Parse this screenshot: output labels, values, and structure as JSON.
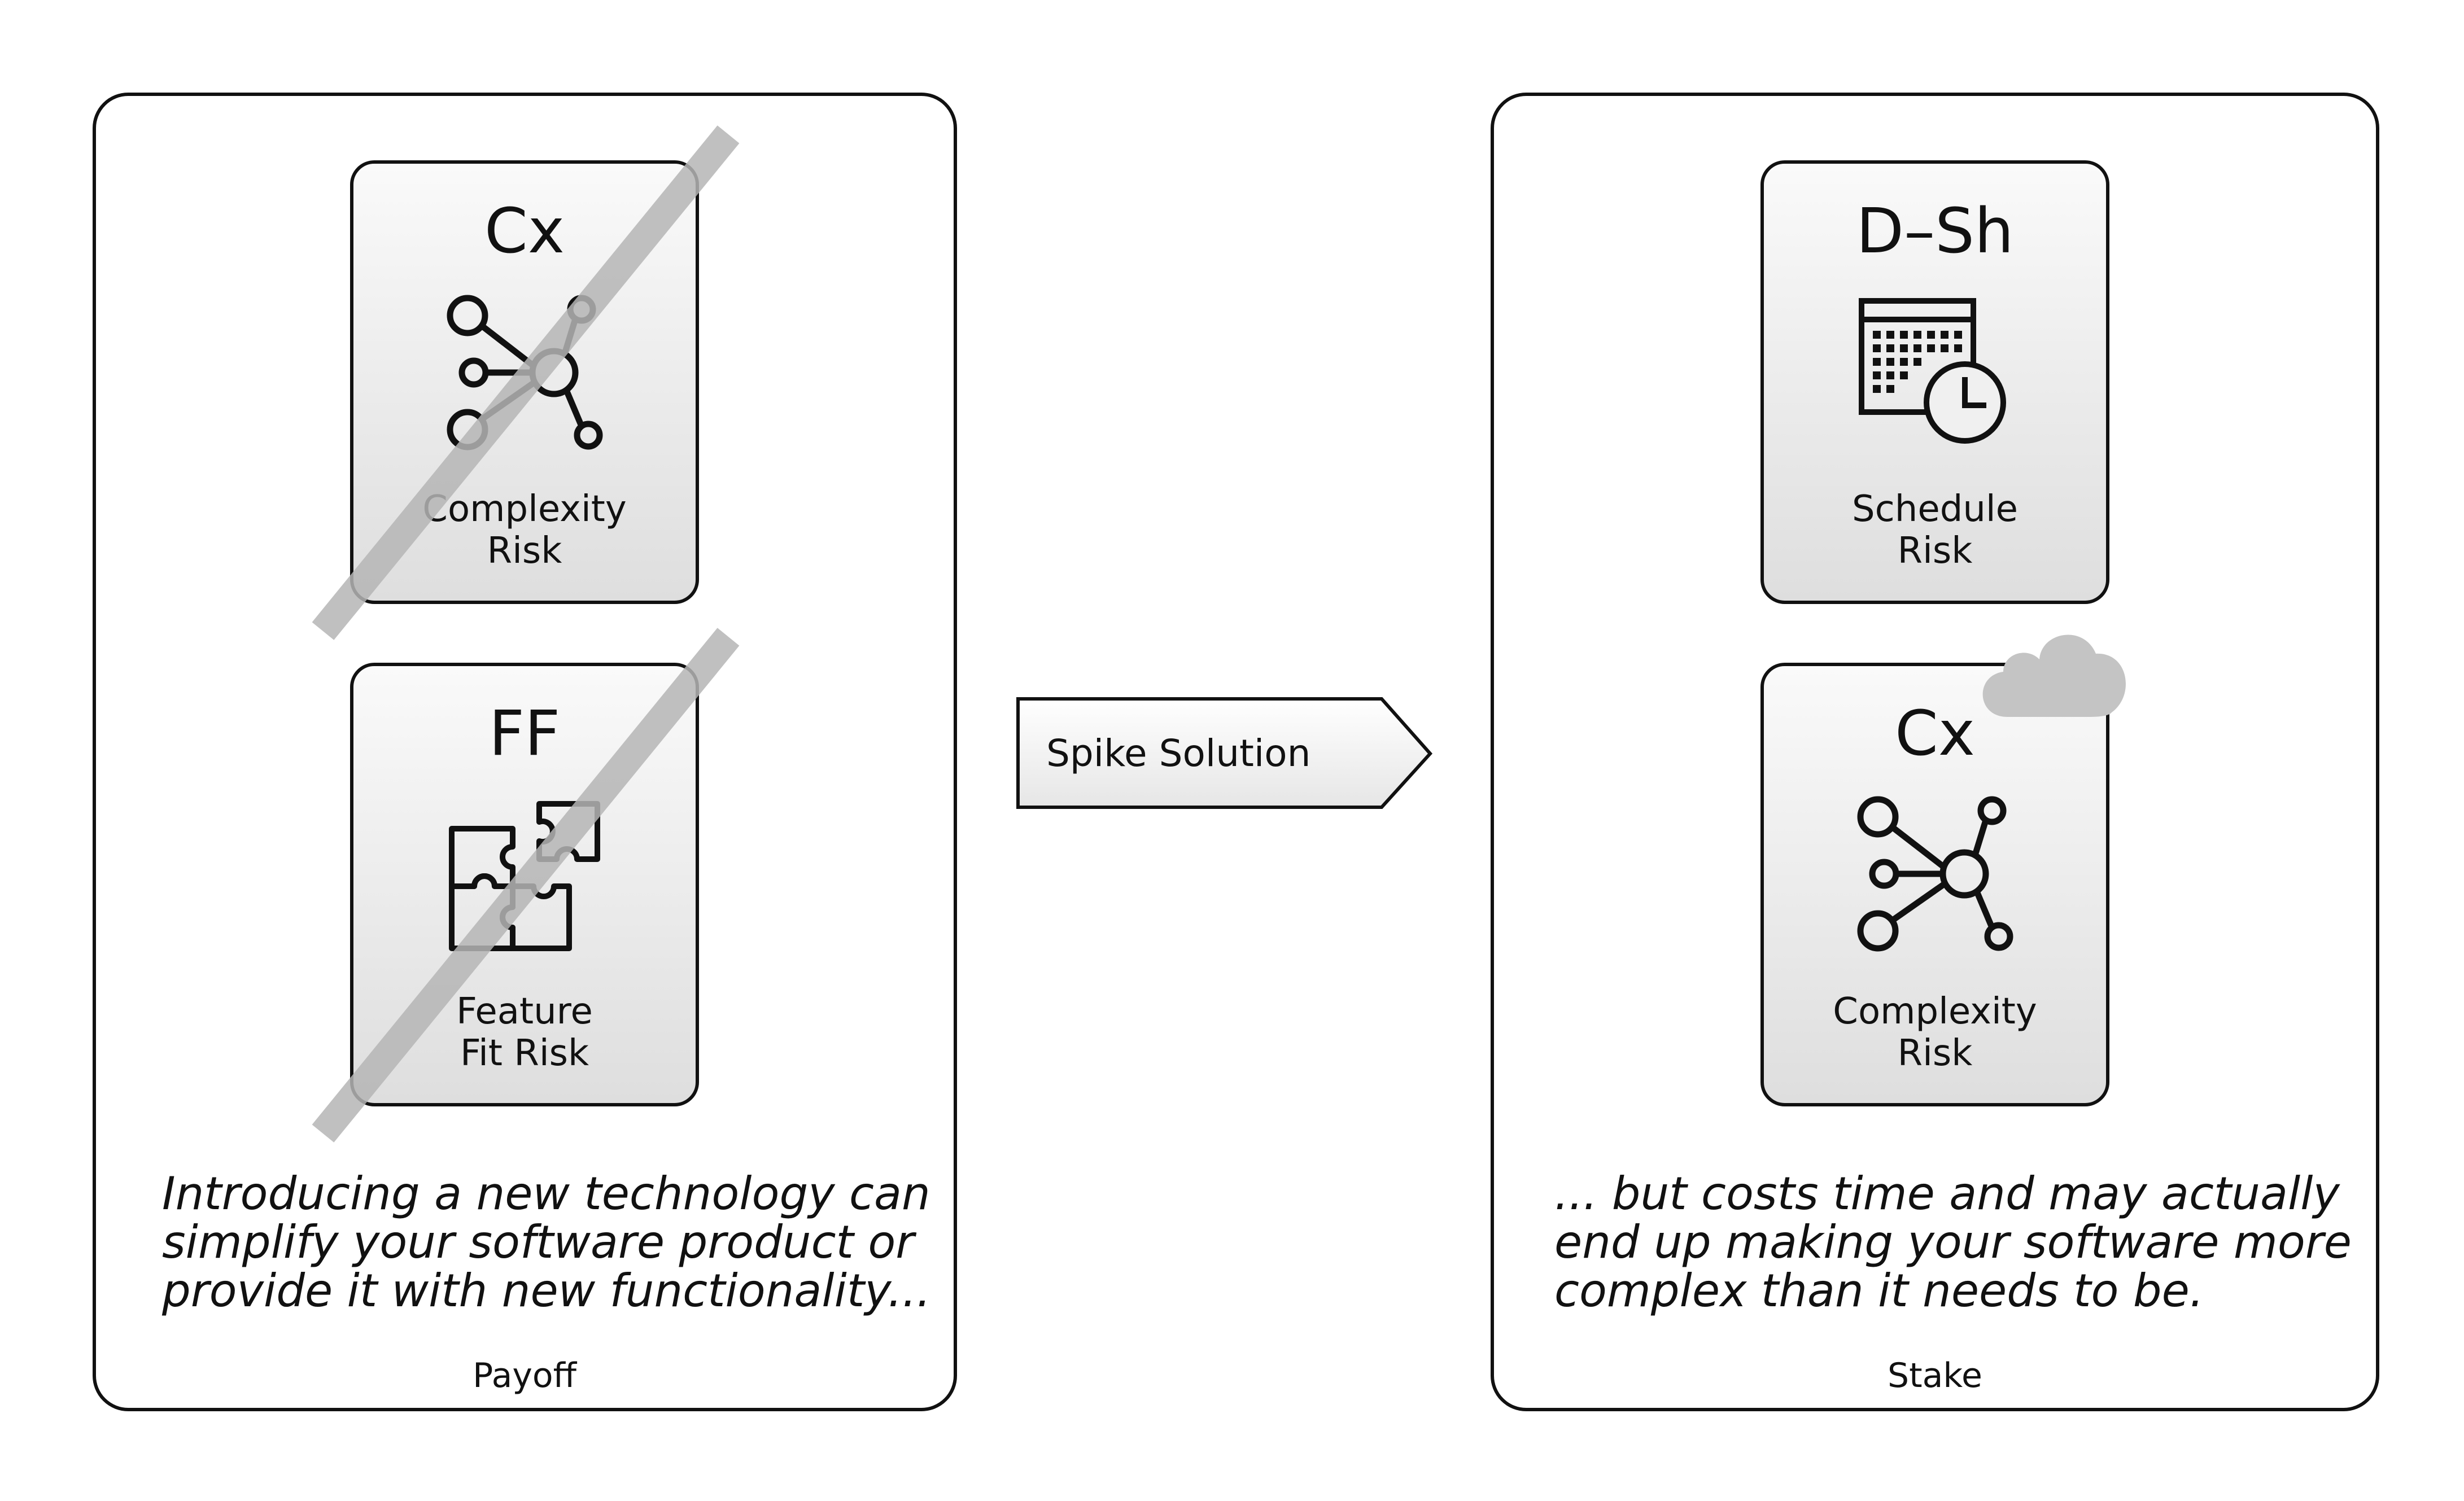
{
  "colors": {
    "stroke": "#111111",
    "card_top": "#fafafa",
    "card_bottom": "#dedede",
    "strike": "#b5b5b5",
    "cloud": "#c4c4c4"
  },
  "left_panel": {
    "footer": "Payoff",
    "caption": [
      "Introducing a new technology can",
      "simplify your software product or",
      "provide it with new functionality..."
    ],
    "cards": [
      {
        "abbr": "Cx",
        "label": [
          "Complexity",
          "Risk"
        ],
        "icon": "network-icon",
        "struck": true
      },
      {
        "abbr": "FF",
        "label": [
          "Feature",
          "Fit Risk"
        ],
        "icon": "puzzle-icon",
        "struck": true
      }
    ]
  },
  "arrow": {
    "label": "Spike Solution"
  },
  "right_panel": {
    "footer": "Stake",
    "caption": [
      "... but costs time and may actually",
      "end up making your software more",
      "complex than it needs to be."
    ],
    "cards": [
      {
        "abbr": "D–Sh",
        "label": [
          "Schedule",
          "Risk"
        ],
        "icon": "calendar-clock-icon",
        "struck": false
      },
      {
        "abbr": "Cx",
        "label": [
          "Complexity",
          "Risk"
        ],
        "icon": "network-icon",
        "struck": false,
        "badge": "cloud-icon"
      }
    ]
  }
}
